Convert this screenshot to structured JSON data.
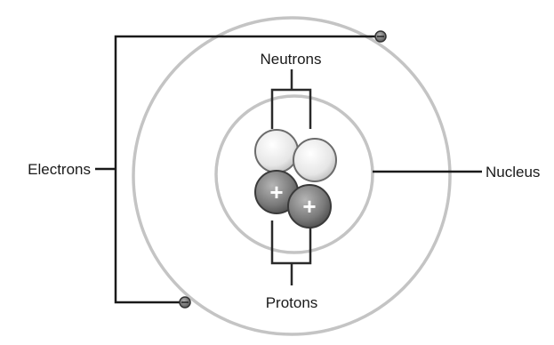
{
  "labels": {
    "neutrons": "Neutrons",
    "protons": "Protons",
    "electrons": "Electrons",
    "nucleus": "Nucleus"
  },
  "proton_symbol": "+",
  "particles": {
    "neutron_count": 2,
    "proton_count": 2,
    "electron_count": 2
  },
  "colors": {
    "orbit": "#bdbdbd",
    "leader_line": "#1a1a1a",
    "neutron_fill": "#f0f0f0",
    "proton_fill": "#7f7f7f",
    "electron_fill": "#8c8c8c"
  }
}
